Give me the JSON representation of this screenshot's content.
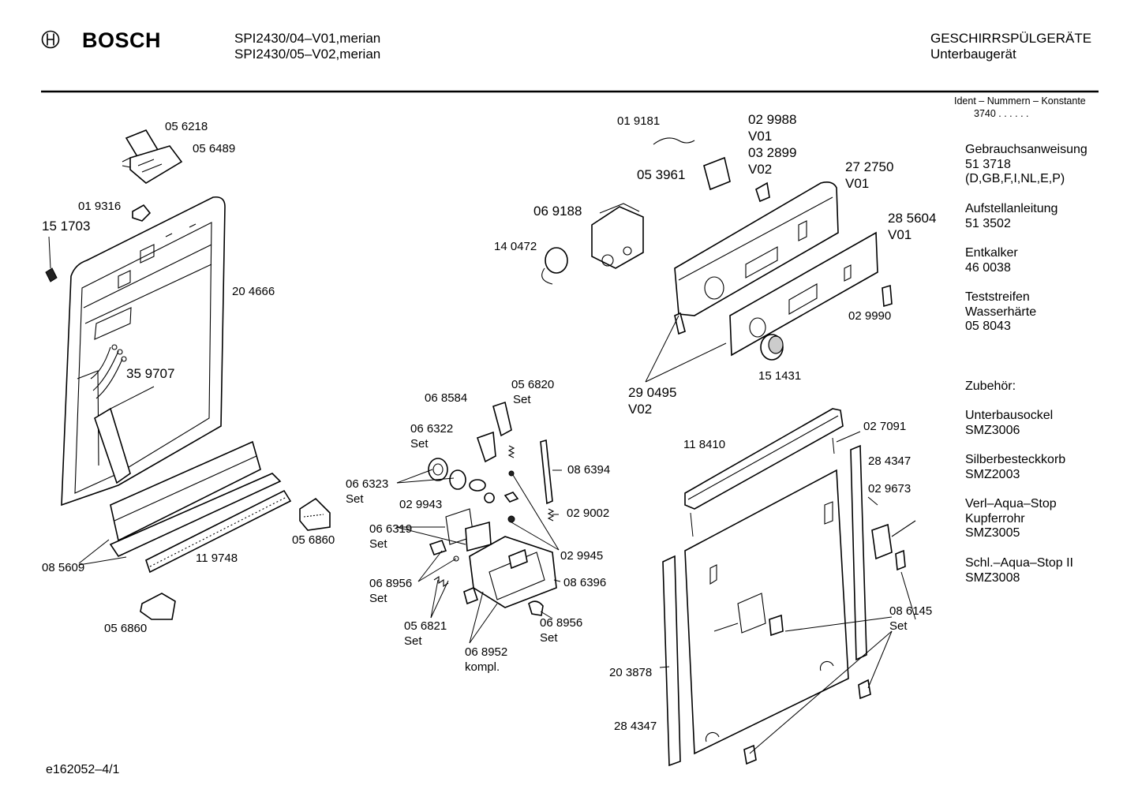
{
  "header": {
    "brand": "BOSCH",
    "model_line1": "SPI2430/04–V01,merian",
    "model_line2": "SPI2430/05–V02,merian",
    "category": "GESCHIRRSPÜLGERÄTE",
    "subcategory": "Unterbaugerät"
  },
  "sidebar": {
    "ident_title": "Ident – Nummern – Konstante",
    "ident_value": "3740  .  .  .  .  .  .",
    "blocks": [
      {
        "lines": [
          "Gebrauchsanweisung",
          "51 3718",
          "(D,GB,F,I,NL,E,P)"
        ]
      },
      {
        "lines": [
          "Aufstellanleitung",
          "51 3502"
        ]
      },
      {
        "lines": [
          "Entkalker",
          "46 0038"
        ]
      },
      {
        "lines": [
          "Teststreifen",
          "Wasserhärte",
          "05 8043"
        ]
      },
      {
        "lines": [
          "Zubehör:"
        ]
      },
      {
        "lines": [
          "Unterbausockel",
          "SMZ3006"
        ]
      },
      {
        "lines": [
          "Silberbesteckkorb",
          "SMZ2003"
        ]
      },
      {
        "lines": [
          "Verl–Aqua–Stop",
          "Kupferrohr",
          "SMZ3005"
        ]
      },
      {
        "lines": [
          "Schl.–Aqua–Stop II",
          "SMZ3008"
        ]
      }
    ]
  },
  "footer": {
    "doc_id": "e162052–4/1"
  },
  "labels": [
    "05 6218",
    "05 6489",
    "01 9316",
    "15 1703",
    "20 4666",
    "35 9707",
    "05 6860",
    "08 5609",
    "11 9748",
    "05 6860",
    "01 9181",
    "02 9988",
    "V01",
    "03 2899",
    "V02",
    "05 3961",
    "27 2750",
    "V01",
    "28 5604",
    "V01",
    "06 9188",
    "14 0472",
    "02 9990",
    "15 1431",
    "29 0495",
    "V02",
    "06 8584",
    "05 6820",
    "Set",
    "06 6322",
    "Set",
    "06 6323",
    "Set",
    "08 6394",
    "02 9943",
    "02 9002",
    "06 6319",
    "Set",
    "02 9945",
    "08 6396",
    "06 8956",
    "Set",
    "05 6821",
    "Set",
    "06 8956",
    "Set",
    "06 8952",
    "kompl.",
    "11 8410",
    "02 7091",
    "28 4347",
    "02 9673",
    "08 6145",
    "Set",
    "20 3878",
    "28 4347"
  ]
}
